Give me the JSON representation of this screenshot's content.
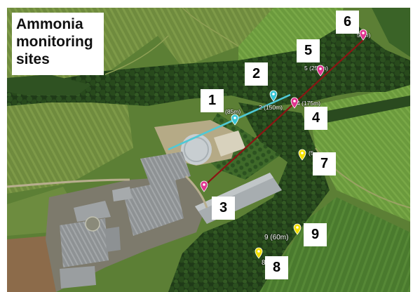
{
  "title": {
    "line1": "Ammonia",
    "line2": "monitoring",
    "line3": "sites"
  },
  "site_numbers": [
    "1",
    "2",
    "3",
    "4",
    "5",
    "6",
    "7",
    "8",
    "9"
  ],
  "distance_labels": {
    "site6": "50m)",
    "site5": "5 (250m)",
    "site2": "2 (150m)",
    "site1": "(85m)",
    "site4": "4 (175m)",
    "site3": "2",
    "site7": "(5",
    "site9": "9 (60m)",
    "site8": "8"
  },
  "colors": {
    "transect_north": "#8a1414",
    "transect_east": "#4fc9d6",
    "marker_pink": "#e0358f",
    "marker_cyan": "#36c6d4",
    "marker_yellow": "#f3e000"
  },
  "icons": {
    "pink_marker": "map-pin-icon",
    "cyan_marker": "map-pin-icon",
    "yellow_marker": "map-pin-icon"
  }
}
